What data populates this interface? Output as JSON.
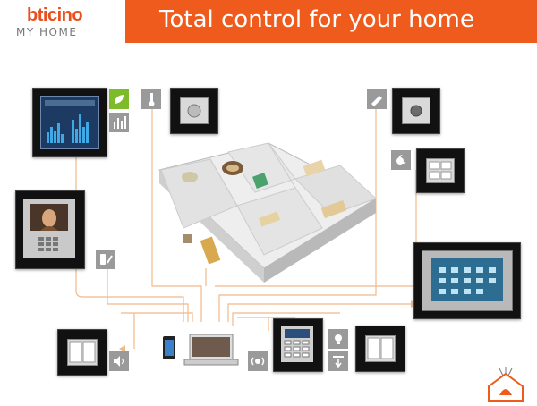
{
  "header": {
    "brand_part1": "bt",
    "brand_part2": "icino",
    "brand_sub": "MY HOME",
    "title": "Total control for your home"
  },
  "colors": {
    "accent": "#ee5b1c",
    "line": "#f0b98a",
    "icon_bg": "#9a9a9a",
    "eco_green": "#7dbb2a"
  },
  "icons": [
    "eco-leaf-icon",
    "energy-bars-icon",
    "thermometer-icon",
    "irrigation-icon",
    "sun-moon-icon",
    "intercom-phone-icon",
    "speaker-icon",
    "alarm-icon",
    "light-icon",
    "shutter-icon"
  ]
}
